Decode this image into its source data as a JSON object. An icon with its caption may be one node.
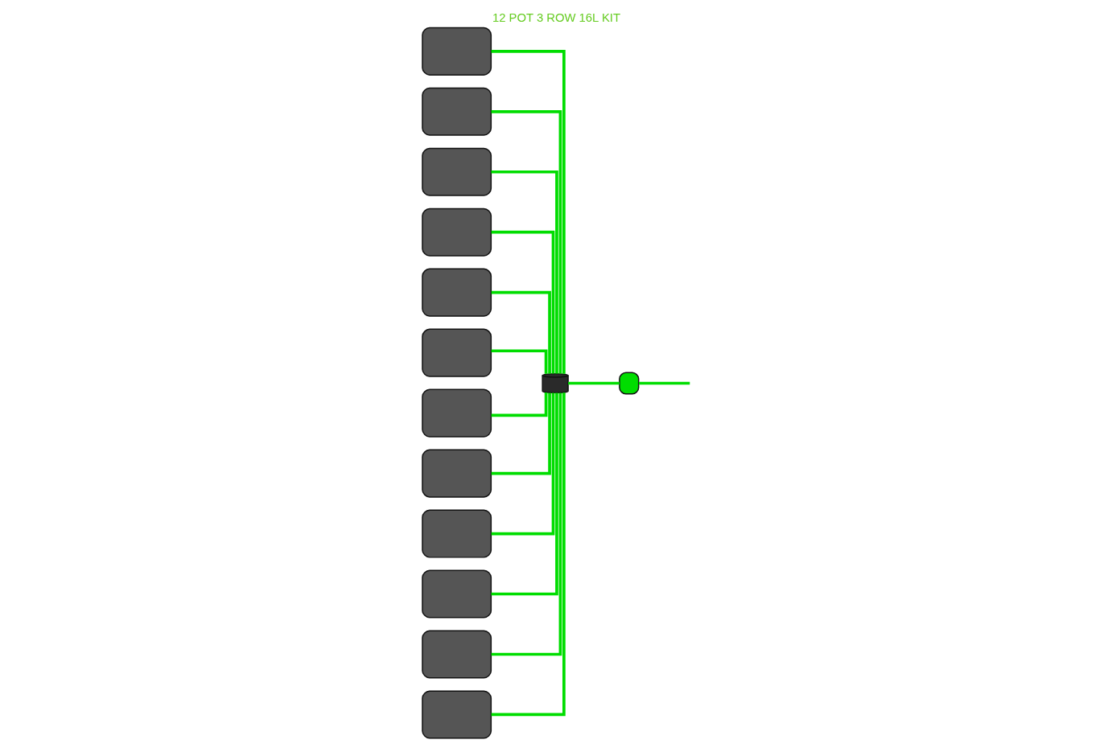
{
  "diagram": {
    "title": "12 POT 3 ROW 16L KIT",
    "nodes": [
      {
        "text": [],
        "shape": "box"
      },
      {
        "text": [],
        "shape": "box"
      },
      {
        "text": [],
        "shape": "box"
      },
      {
        "text": [],
        "shape": "box"
      },
      {
        "text": [],
        "shape": "box"
      },
      {
        "text": [],
        "shape": "box"
      },
      {
        "text": [],
        "shape": "box"
      },
      {
        "text": [],
        "shape": "box"
      },
      {
        "text": [],
        "shape": "box"
      },
      {
        "text": [],
        "shape": "box"
      },
      {
        "text": [],
        "shape": "box"
      },
      {
        "text": [],
        "shape": "box"
      },
      {
        "text": [],
        "shape": "cylinder"
      },
      {
        "text": [],
        "shape": "box"
      }
    ],
    "edges": [
      {
        "from": null,
        "to": 13,
        "arrow": "none"
      },
      {
        "from": 13,
        "to": 12,
        "arrow": "none"
      },
      {
        "from": 12,
        "to": 0,
        "arrow": "none"
      },
      {
        "from": 12,
        "to": 1,
        "arrow": "none"
      },
      {
        "from": 12,
        "to": 2,
        "arrow": "none"
      },
      {
        "from": 12,
        "to": 3,
        "arrow": "none"
      },
      {
        "from": 12,
        "to": 4,
        "arrow": "none"
      },
      {
        "from": 12,
        "to": 5,
        "arrow": "none"
      },
      {
        "from": 12,
        "to": 6,
        "arrow": "none"
      },
      {
        "from": 12,
        "to": 7,
        "arrow": "none"
      },
      {
        "from": 12,
        "to": 8,
        "arrow": "none"
      },
      {
        "from": 12,
        "to": 9,
        "arrow": "none"
      },
      {
        "from": 12,
        "to": 10,
        "arrow": "none"
      },
      {
        "from": 12,
        "to": 11,
        "arrow": "none"
      }
    ]
  }
}
